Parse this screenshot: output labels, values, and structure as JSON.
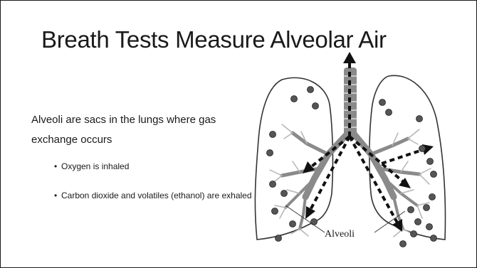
{
  "slide": {
    "title": "Breath Tests Measure Alveolar Air",
    "intro": "Alveoli are sacs in the lungs where gas exchange occurs",
    "bullets": [
      "Oxygen is inhaled",
      "Carbon dioxide and volatiles (ethanol) are exhaled"
    ],
    "diagram_label": "Alveoli"
  },
  "colors": {
    "text": "#1a1a1a",
    "airway": "#7a7a7a",
    "alveolus": "#555555"
  },
  "icons": [
    "lungs-illustration",
    "airflow-arrow-icon",
    "alveolus-icon"
  ]
}
